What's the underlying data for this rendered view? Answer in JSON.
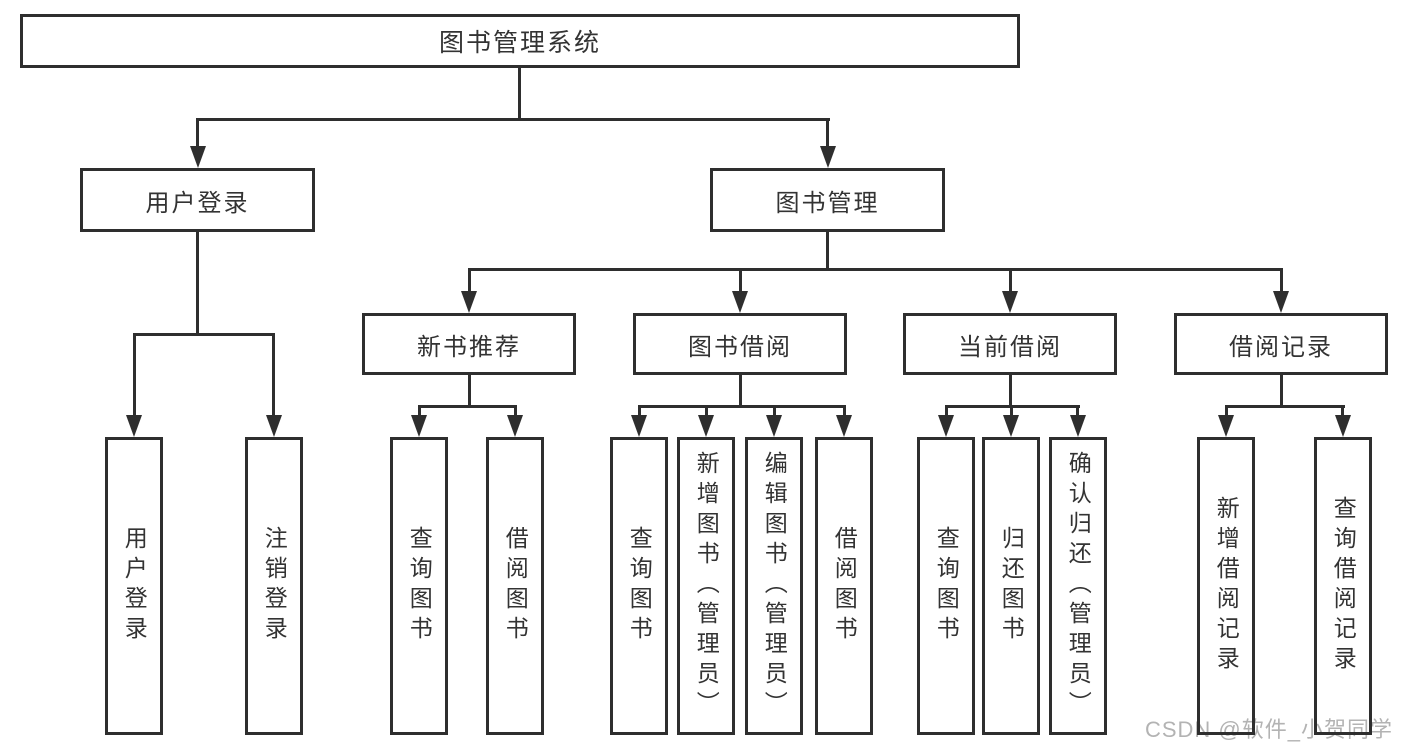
{
  "diagram": {
    "title_note": "functional structure diagram",
    "root": {
      "label": "图书管理系统"
    },
    "branches": [
      {
        "label": "用户登录",
        "children": [
          {
            "label": "用户登录"
          },
          {
            "label": "注销登录"
          }
        ]
      },
      {
        "label": "图书管理",
        "children": [
          {
            "label": "新书推荐",
            "children": [
              {
                "label": "查询图书"
              },
              {
                "label": "借阅图书"
              }
            ]
          },
          {
            "label": "图书借阅",
            "children": [
              {
                "label": "查询图书"
              },
              {
                "label": "新增图书（管理员）"
              },
              {
                "label": "编辑图书（管理员）"
              },
              {
                "label": "借阅图书"
              }
            ]
          },
          {
            "label": "当前借阅",
            "children": [
              {
                "label": "查询图书"
              },
              {
                "label": "归还图书"
              },
              {
                "label": "确认归还（管理员）"
              }
            ]
          },
          {
            "label": "借阅记录",
            "children": [
              {
                "label": "新增借阅记录"
              },
              {
                "label": "查询借阅记录"
              }
            ]
          }
        ]
      }
    ]
  },
  "watermark": {
    "text": "CSDN @软件_小贺同学"
  },
  "colors": {
    "line": "#2e2e2e",
    "text": "#333333",
    "watermark": "#b3b3b3",
    "bg": "#ffffff"
  }
}
